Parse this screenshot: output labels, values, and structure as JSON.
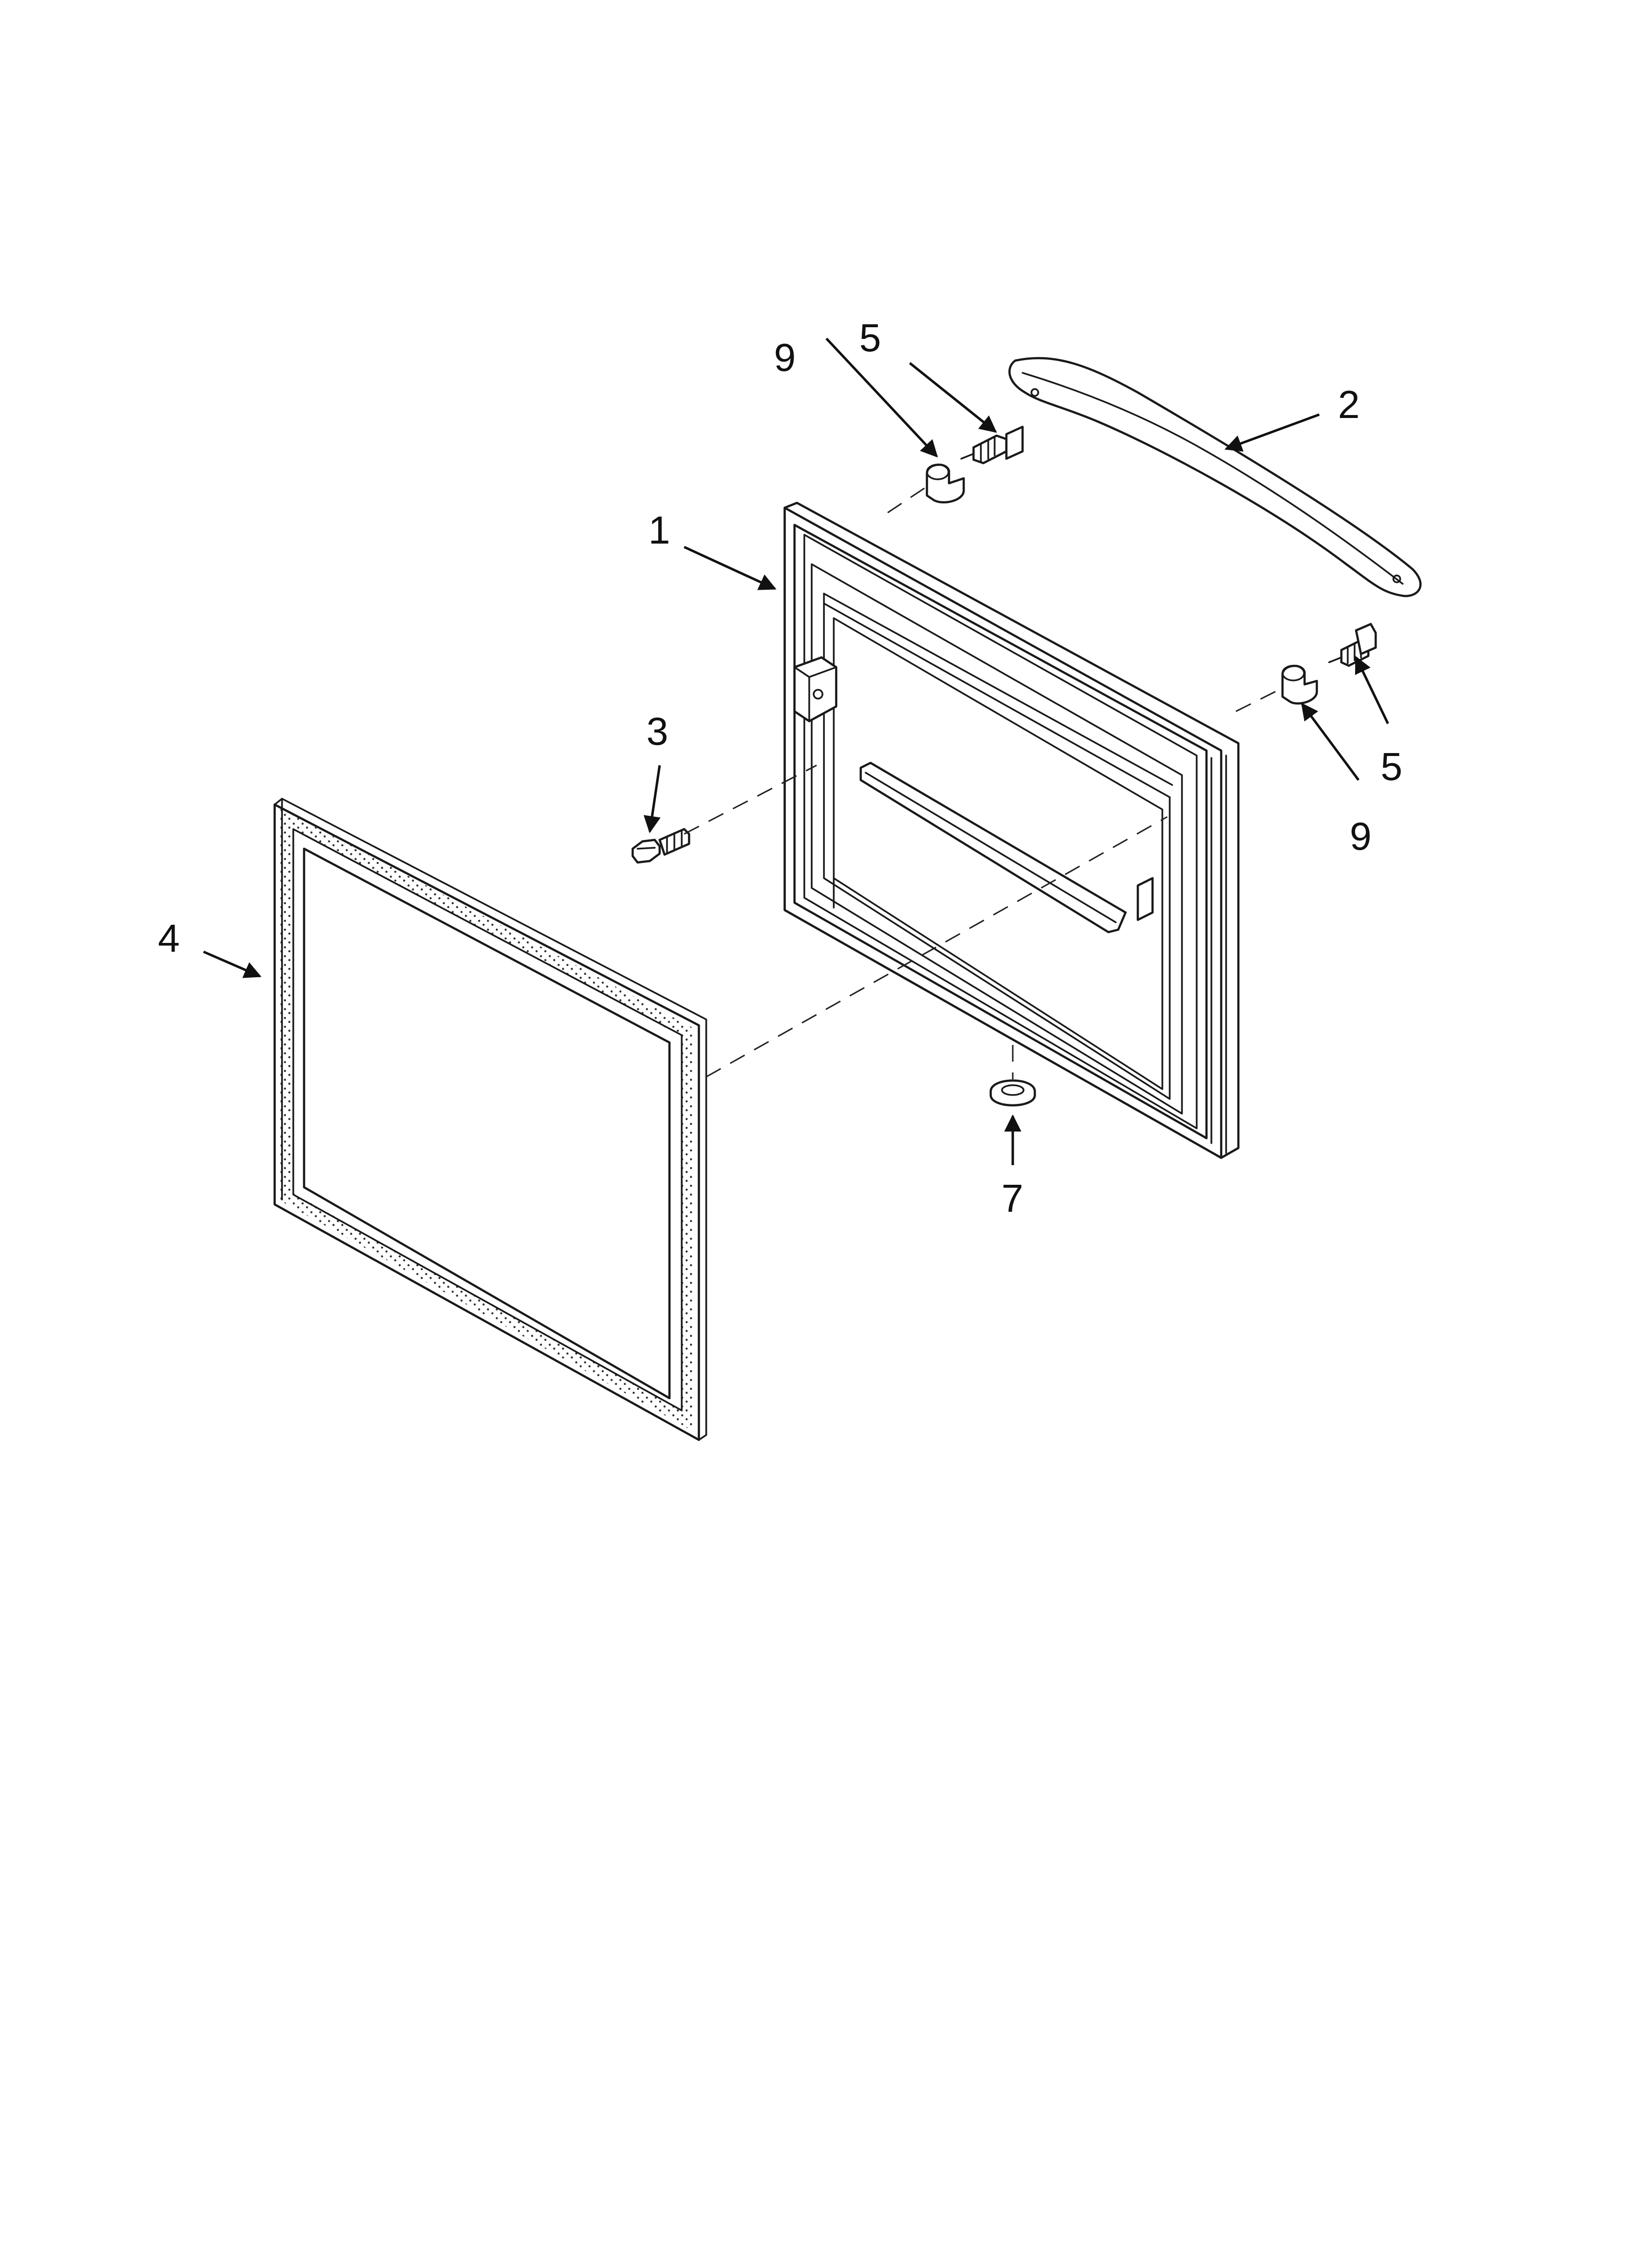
{
  "diagram": {
    "callouts": [
      {
        "id": "callout-9-top",
        "label": "9"
      },
      {
        "id": "callout-5-top",
        "label": "5"
      },
      {
        "id": "callout-2",
        "label": "2"
      },
      {
        "id": "callout-1",
        "label": "1"
      },
      {
        "id": "callout-3",
        "label": "3"
      },
      {
        "id": "callout-4",
        "label": "4"
      },
      {
        "id": "callout-5-right",
        "label": "5"
      },
      {
        "id": "callout-9-right",
        "label": "9"
      },
      {
        "id": "callout-7",
        "label": "7"
      }
    ]
  }
}
